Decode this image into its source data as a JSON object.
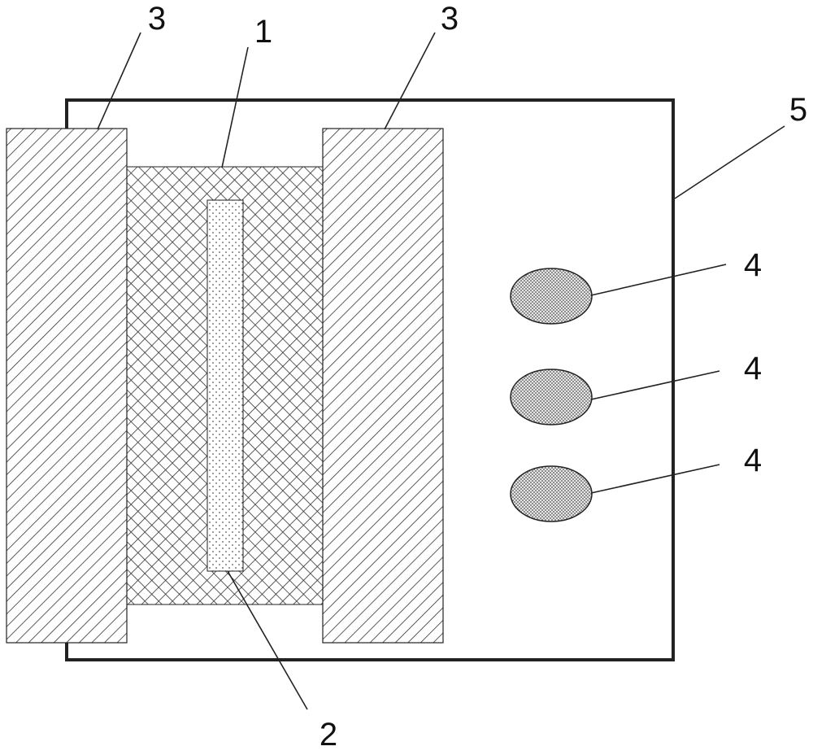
{
  "figure": {
    "labels": {
      "electrode_left": "3",
      "center_block": "1",
      "electrode_right": "3",
      "enclosure": "5",
      "dot_top": "4",
      "dot_middle": "4",
      "dot_bottom": "4",
      "center_strip": "2"
    },
    "colors": {
      "stroke": "#222222",
      "background": "#ffffff",
      "hatch": "#333333",
      "dot_fill": "#555555"
    }
  }
}
